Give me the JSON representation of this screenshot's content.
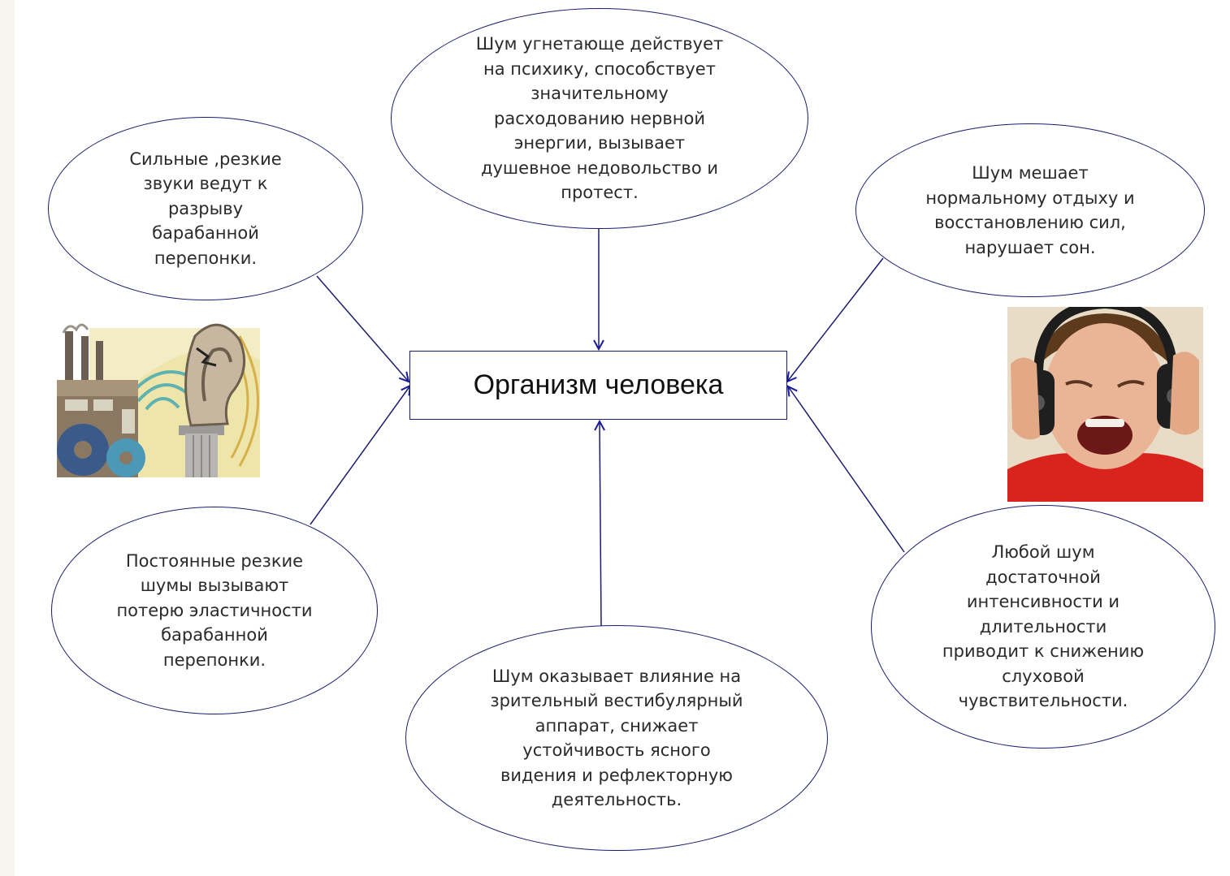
{
  "center": {
    "label": "Организм человека"
  },
  "effects": {
    "top": "Шум угнетающе действует\nна психику,  способствует\nзначительному\nрасходованию нервной\nэнергии, вызывает\nдушевное недовольство и\nпротест.",
    "upper_left": "Сильные ,резкие\nзвуки ведут к\nразрыву\nбарабанной\nперепонки.",
    "upper_right": "Шум мешает\nнормальному отдыху и\nвосстановлению  сил,\nнарушает сон.",
    "lower_left": "Постоянные резкие\nшумы вызывают\nпотерю эластичности\nбарабанной\nперепонки.",
    "bottom": "Шум оказывает влияние на\nзрительный вестибулярный\nаппарат, снижает\nустойчивость ясного\nвидения и рефлекторную\nдеятельность.",
    "lower_right": "Любой шум\nдостаточной\nинтенсивности и\nдлительности\nприводит к снижению\nслуховой\nчувствительности."
  },
  "colors": {
    "line": "#1c1c6e",
    "arrow": "#1a1a9a",
    "background": "#ffffff",
    "border_strip": "#f7f6ee"
  },
  "illustrations": {
    "left": "factory-noise-ear-illustration",
    "right": "boy-with-headphones-photo"
  }
}
